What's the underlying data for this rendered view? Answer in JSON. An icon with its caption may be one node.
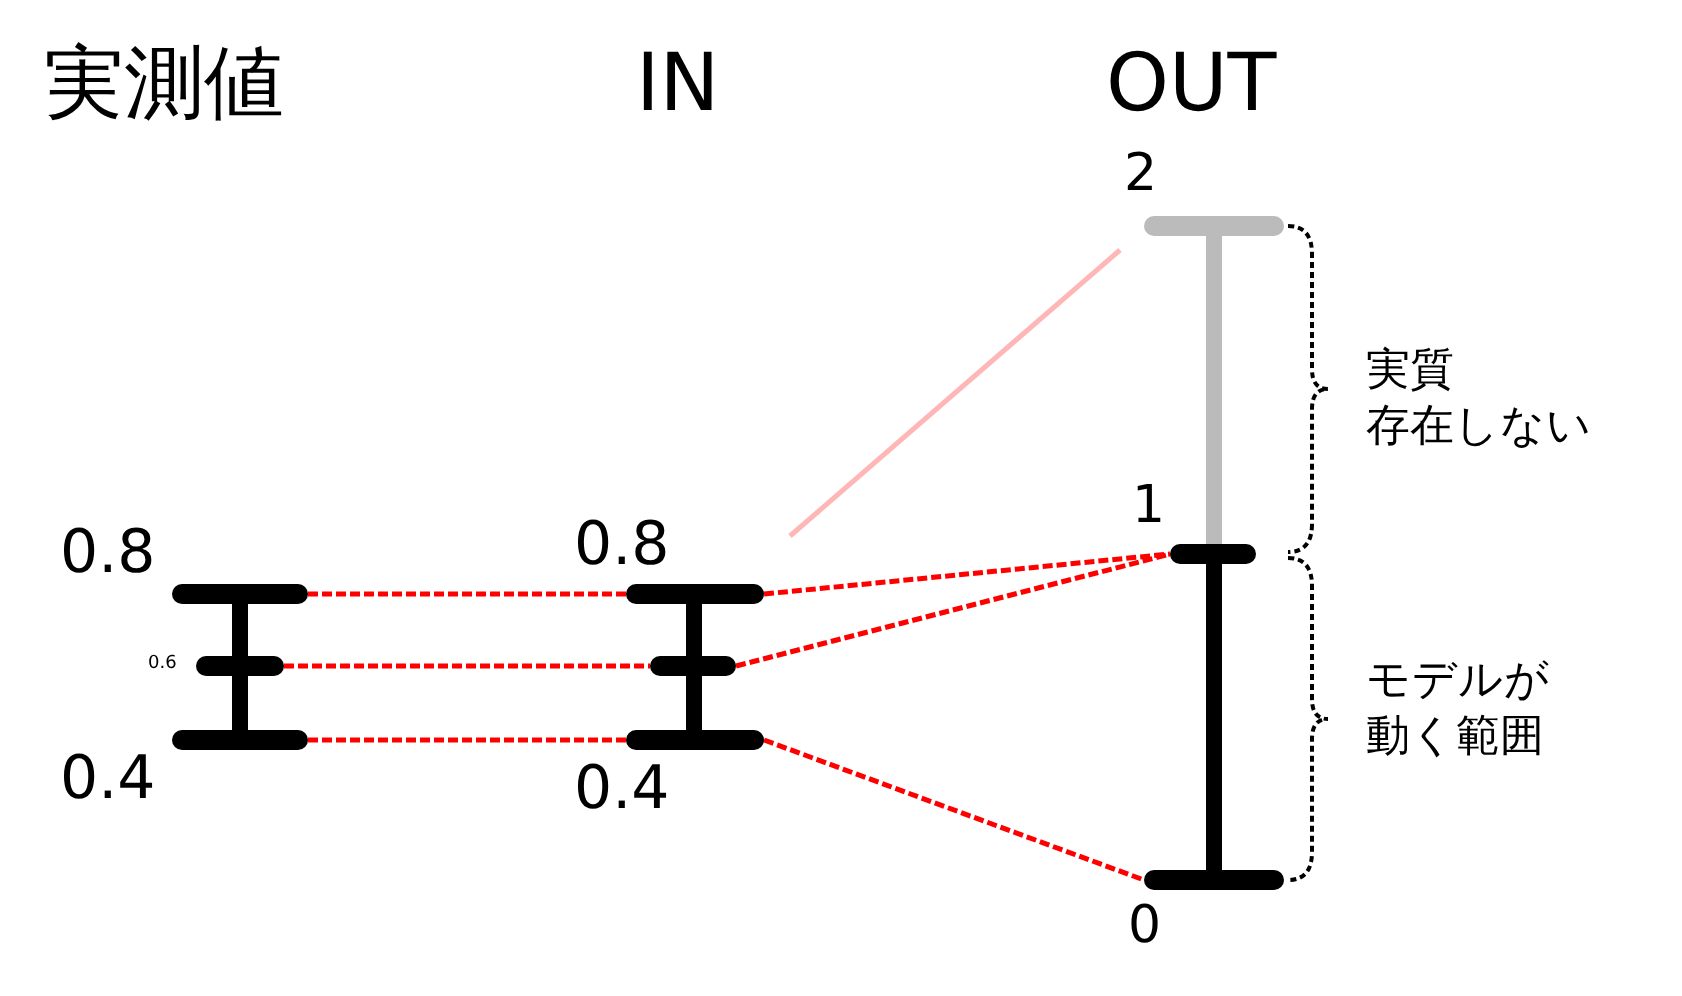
{
  "diagram": {
    "nodes": [
      {
        "text": [],
        "shape": "bar",
        "beside": [
          "0.8"
        ]
      },
      {
        "text": [],
        "shape": "bar",
        "beside": [
          "0.6"
        ]
      },
      {
        "text": [],
        "shape": "bar",
        "beside": [
          "0.4"
        ]
      },
      {
        "text": [],
        "shape": "bar",
        "beside": [
          "0.8"
        ]
      },
      {
        "text": [],
        "shape": "bar"
      },
      {
        "text": [],
        "shape": "bar",
        "beside": [
          "0.4"
        ]
      },
      {
        "text": [],
        "shape": "bar",
        "beside": [
          "2"
        ]
      },
      {
        "text": [],
        "shape": "bar",
        "beside": [
          "1"
        ]
      },
      {
        "text": [],
        "shape": "bar",
        "beside": [
          "0"
        ]
      }
    ],
    "edges": [
      {
        "from": 0,
        "to": 3,
        "arrow": "none",
        "style": "dashed"
      },
      {
        "from": 1,
        "to": 4,
        "arrow": "none",
        "style": "dashed"
      },
      {
        "from": 2,
        "to": 5,
        "arrow": "none",
        "style": "dashed"
      },
      {
        "from": 3,
        "to": 7,
        "arrow": "none",
        "style": "dashed"
      },
      {
        "from": 4,
        "to": 7,
        "arrow": "none",
        "style": "dashed"
      },
      {
        "from": 5,
        "to": 8,
        "arrow": "none",
        "style": "dashed"
      },
      {
        "from": null,
        "to": 6,
        "arrow": "none",
        "color": "#ffb6b6"
      },
      {
        "from": 0,
        "to": 2,
        "arrow": "none",
        "style": "thick",
        "color": "#000000"
      },
      {
        "from": 3,
        "to": 5,
        "arrow": "none",
        "style": "thick",
        "color": "#000000"
      },
      {
        "from": 6,
        "to": 7,
        "arrow": "none",
        "style": "thick",
        "color": "#bbbbbb"
      },
      {
        "from": 7,
        "to": 8,
        "arrow": "none",
        "style": "thick",
        "color": "#000000"
      }
    ],
    "labels": [
      "実測値",
      "IN",
      "OUT",
      "実質",
      "存在しない",
      "モデルが",
      "動く範囲"
    ]
  }
}
